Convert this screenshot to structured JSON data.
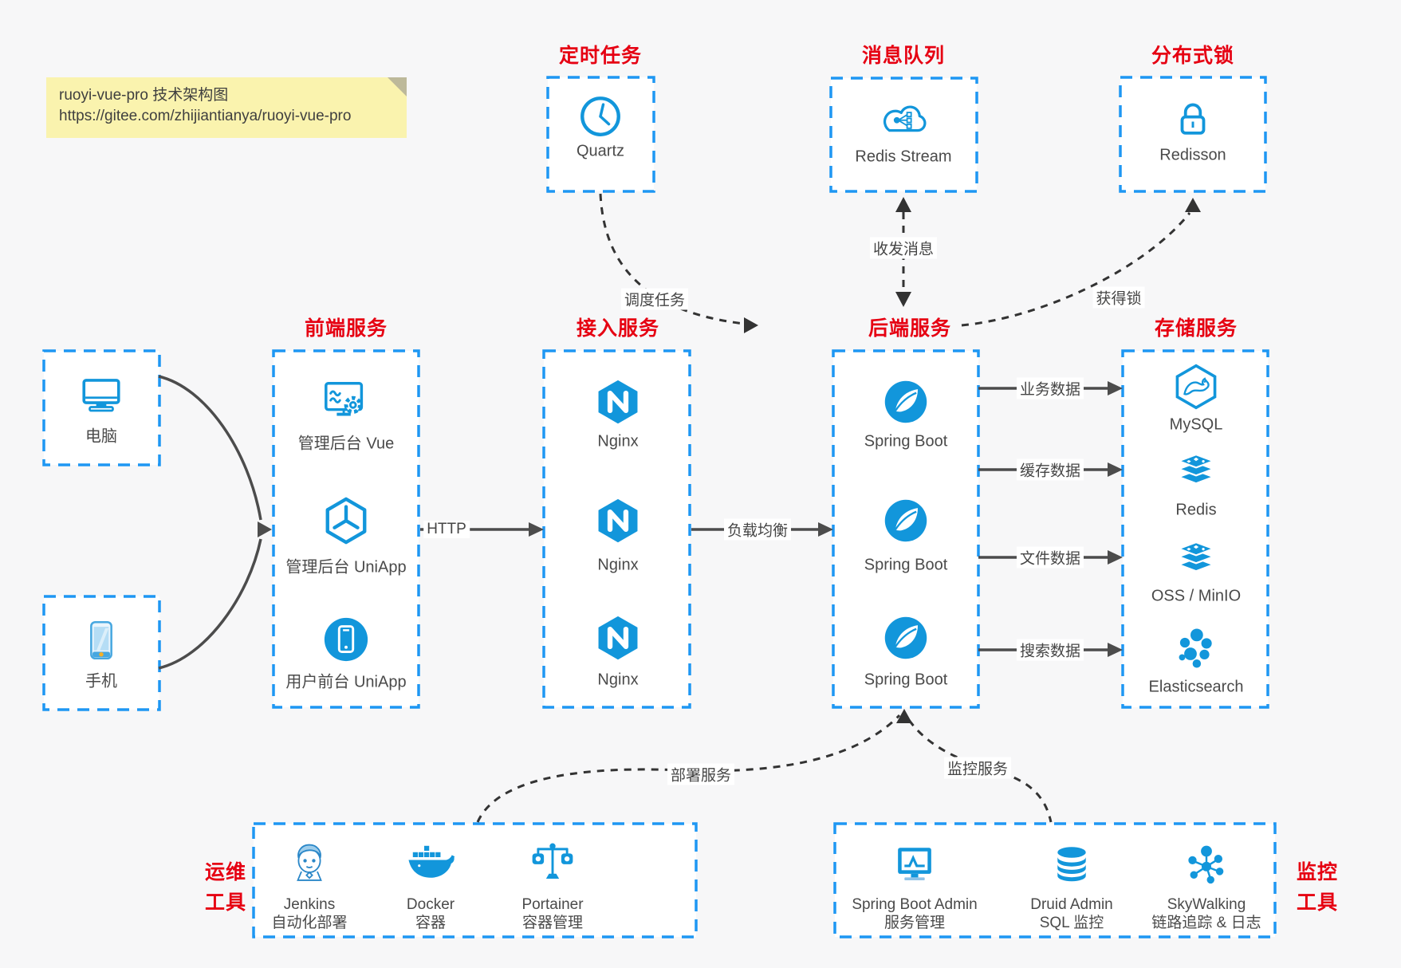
{
  "note": {
    "line1": "ruoyi-vue-pro 技术架构图",
    "line2": "https://gitee.com/zhijiantianya/ruoyi-vue-pro"
  },
  "colors": {
    "icon_blue": "#1296db",
    "border_blue": "#1e97f3",
    "title_red": "#e60012",
    "arrow_gray": "#4c4c4c",
    "dashed_black": "#333333",
    "note_yellow": "#faf3ae",
    "background": "#f7f7f8"
  },
  "groups": {
    "scheduler": {
      "title": "定时任务",
      "item": "Quartz"
    },
    "mq": {
      "title": "消息队列",
      "item": "Redis Stream"
    },
    "lock": {
      "title": "分布式锁",
      "item": "Redisson"
    },
    "devices": {
      "items": [
        "电脑",
        "手机"
      ]
    },
    "frontend": {
      "title": "前端服务",
      "items": [
        "管理后台 Vue",
        "管理后台 UniApp",
        "用户前台 UniApp"
      ]
    },
    "gateway": {
      "title": "接入服务",
      "items": [
        "Nginx",
        "Nginx",
        "Nginx"
      ]
    },
    "backend": {
      "title": "后端服务",
      "items": [
        "Spring Boot",
        "Spring Boot",
        "Spring Boot"
      ]
    },
    "storage": {
      "title": "存储服务",
      "items": [
        "MySQL",
        "Redis",
        "OSS / MinIO",
        "Elasticsearch"
      ]
    },
    "ops": {
      "title_line1": "运维",
      "title_line2": "工具",
      "items": [
        {
          "name": "Jenkins",
          "desc": "自动化部署"
        },
        {
          "name": "Docker",
          "desc": "容器"
        },
        {
          "name": "Portainer",
          "desc": "容器管理"
        }
      ]
    },
    "monitor": {
      "title_line1": "监控",
      "title_line2": "工具",
      "items": [
        {
          "name": "Spring Boot Admin",
          "desc": "服务管理"
        },
        {
          "name": "Druid Admin",
          "desc": "SQL 监控"
        },
        {
          "name": "SkyWalking",
          "desc": "链路追踪 & 日志"
        }
      ]
    }
  },
  "edges": {
    "http": "HTTP",
    "load_balance": "负载均衡",
    "schedule_task": "调度任务",
    "send_receive_msg": "收发消息",
    "acquire_lock": "获得锁",
    "biz_data": "业务数据",
    "cache_data": "缓存数据",
    "file_data": "文件数据",
    "search_data": "搜索数据",
    "deploy_service": "部署服务",
    "monitor_service": "监控服务"
  }
}
